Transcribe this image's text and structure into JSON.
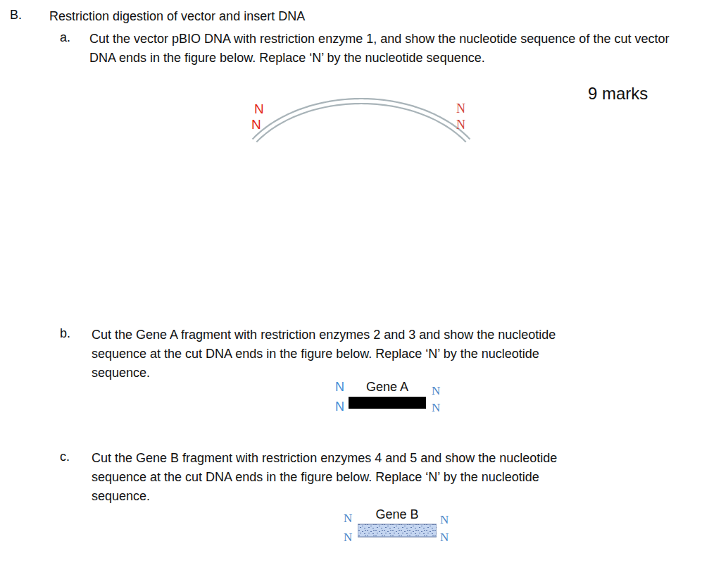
{
  "diagram": {
    "title": "Restriction digestion of vector and insert DNA",
    "nodes": [
      {
        "text": [
          "Gene A"
        ]
      },
      {
        "text": [
          "Gene B"
        ]
      }
    ],
    "labels": [
      "B.",
      "a.",
      "Cut the vector pBIO DNA with restriction enzyme 1, and show the nucleotide sequence of the cut vector DNA ends in the figure below. Replace ‘N’ by the nucleotide sequence.",
      "9 marks",
      "N",
      "N",
      "N",
      "N",
      "b.",
      "Cut the Gene A fragment with restriction enzymes 2 and 3 and show the nucleotide sequence at the cut DNA ends in the figure below. Replace ‘N’ by the nucleotide sequence.",
      "N",
      "N",
      "N",
      "N",
      "c.",
      "Cut the Gene B fragment with restriction enzymes 4 and 5 and show the nucleotide sequence at the cut DNA ends in the figure below. Replace ‘N’ by the nucleotide sequence.",
      "N",
      "N",
      "N",
      "N"
    ]
  }
}
